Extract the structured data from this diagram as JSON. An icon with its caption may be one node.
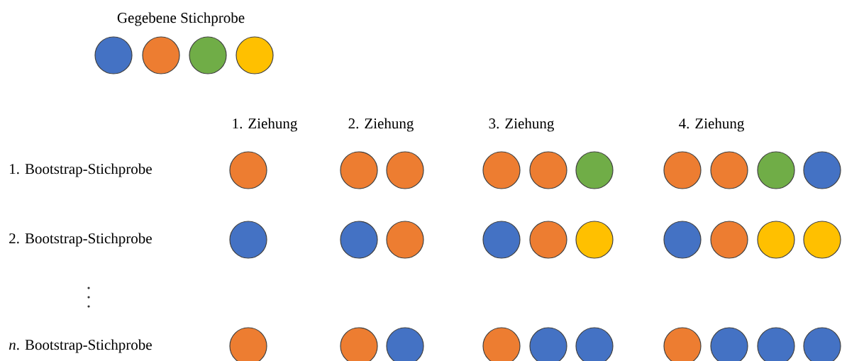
{
  "diagram": {
    "nodes": [
      {
        "text": [],
        "shape": "circle"
      },
      {
        "text": [],
        "shape": "circle"
      },
      {
        "text": [],
        "shape": "circle"
      },
      {
        "text": [],
        "shape": "circle"
      },
      {
        "text": [],
        "shape": "circle"
      },
      {
        "text": [],
        "shape": "circle"
      },
      {
        "text": [],
        "shape": "circle"
      },
      {
        "text": [],
        "shape": "circle"
      },
      {
        "text": [],
        "shape": "circle"
      },
      {
        "text": [],
        "shape": "circle"
      },
      {
        "text": [],
        "shape": "circle"
      },
      {
        "text": [],
        "shape": "circle"
      },
      {
        "text": [],
        "shape": "circle"
      },
      {
        "text": [],
        "shape": "circle"
      },
      {
        "text": [],
        "shape": "circle"
      },
      {
        "text": [],
        "shape": "circle"
      },
      {
        "text": [],
        "shape": "circle"
      },
      {
        "text": [],
        "shape": "circle"
      },
      {
        "text": [],
        "shape": "circle"
      },
      {
        "text": [],
        "shape": "circle"
      },
      {
        "text": [],
        "shape": "circle"
      },
      {
        "text": [],
        "shape": "circle"
      },
      {
        "text": [],
        "shape": "circle"
      },
      {
        "text": [],
        "shape": "circle"
      },
      {
        "text": [],
        "shape": "circle"
      },
      {
        "text": [],
        "shape": "circle"
      },
      {
        "text": [],
        "shape": "circle"
      },
      {
        "text": [],
        "shape": "circle"
      },
      {
        "text": [],
        "shape": "circle"
      },
      {
        "text": [],
        "shape": "circle"
      },
      {
        "text": [],
        "shape": "circle"
      },
      {
        "text": [],
        "shape": "circle"
      },
      {
        "text": [],
        "shape": "circle"
      },
      {
        "text": [],
        "shape": "circle"
      }
    ],
    "labels": [
      "Gegebene Stichprobe",
      "1. Ziehung",
      "2. Ziehung",
      "3. Ziehung",
      "4. Ziehung",
      "1. Bootstrap-Stichprobe",
      "2. Bootstrap-Stichprobe",
      "*n*. Bootstrap-Stichprobe"
    ]
  }
}
